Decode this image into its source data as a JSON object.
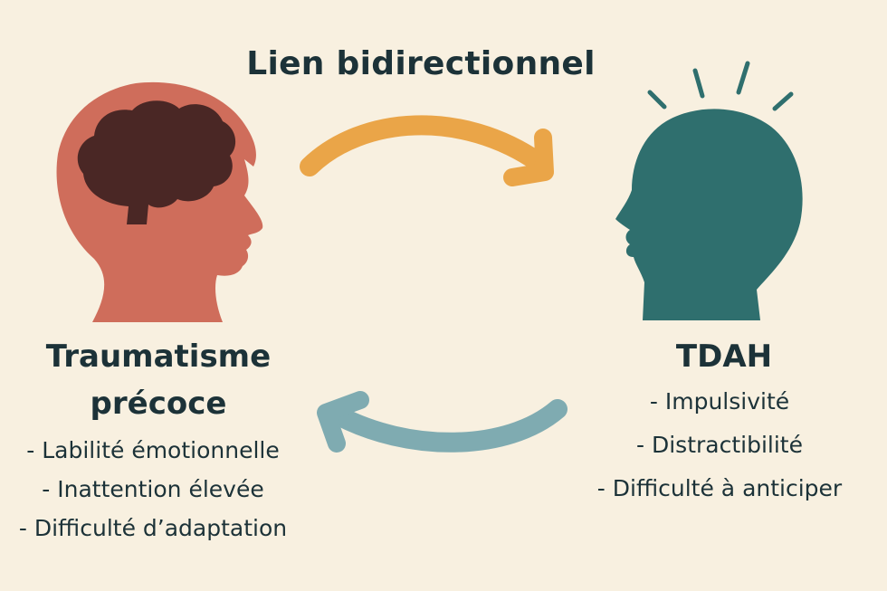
{
  "title": "Lien bidirectionnel",
  "left": {
    "heading_line1": "Traumatisme",
    "heading_line2": "précoce",
    "items": [
      "Labilité émotionnelle",
      "Inattention élevée",
      "Difficulté d’adaptation"
    ]
  },
  "right": {
    "heading": "TDAH",
    "items": [
      "Impulsivité",
      "Distractibilité",
      "Difficulté à anticiper"
    ]
  },
  "colors": {
    "background": "#f8f0e0",
    "left_head": "#cf6d5b",
    "brain": "#4a2725",
    "right_head": "#2f6f6e",
    "top_arrow": "#eaa548",
    "bottom_arrow": "#7fabb1",
    "text": "#1c3238"
  }
}
